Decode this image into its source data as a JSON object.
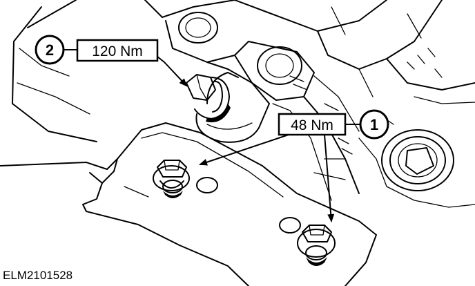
{
  "diagram": {
    "reference_code": "ELM2101528",
    "callouts": [
      {
        "number": "1",
        "torque": "48 Nm"
      },
      {
        "number": "2",
        "torque": "120 Nm"
      }
    ]
  },
  "colors": {
    "ink": "#000000",
    "paper": "#ffffff"
  }
}
